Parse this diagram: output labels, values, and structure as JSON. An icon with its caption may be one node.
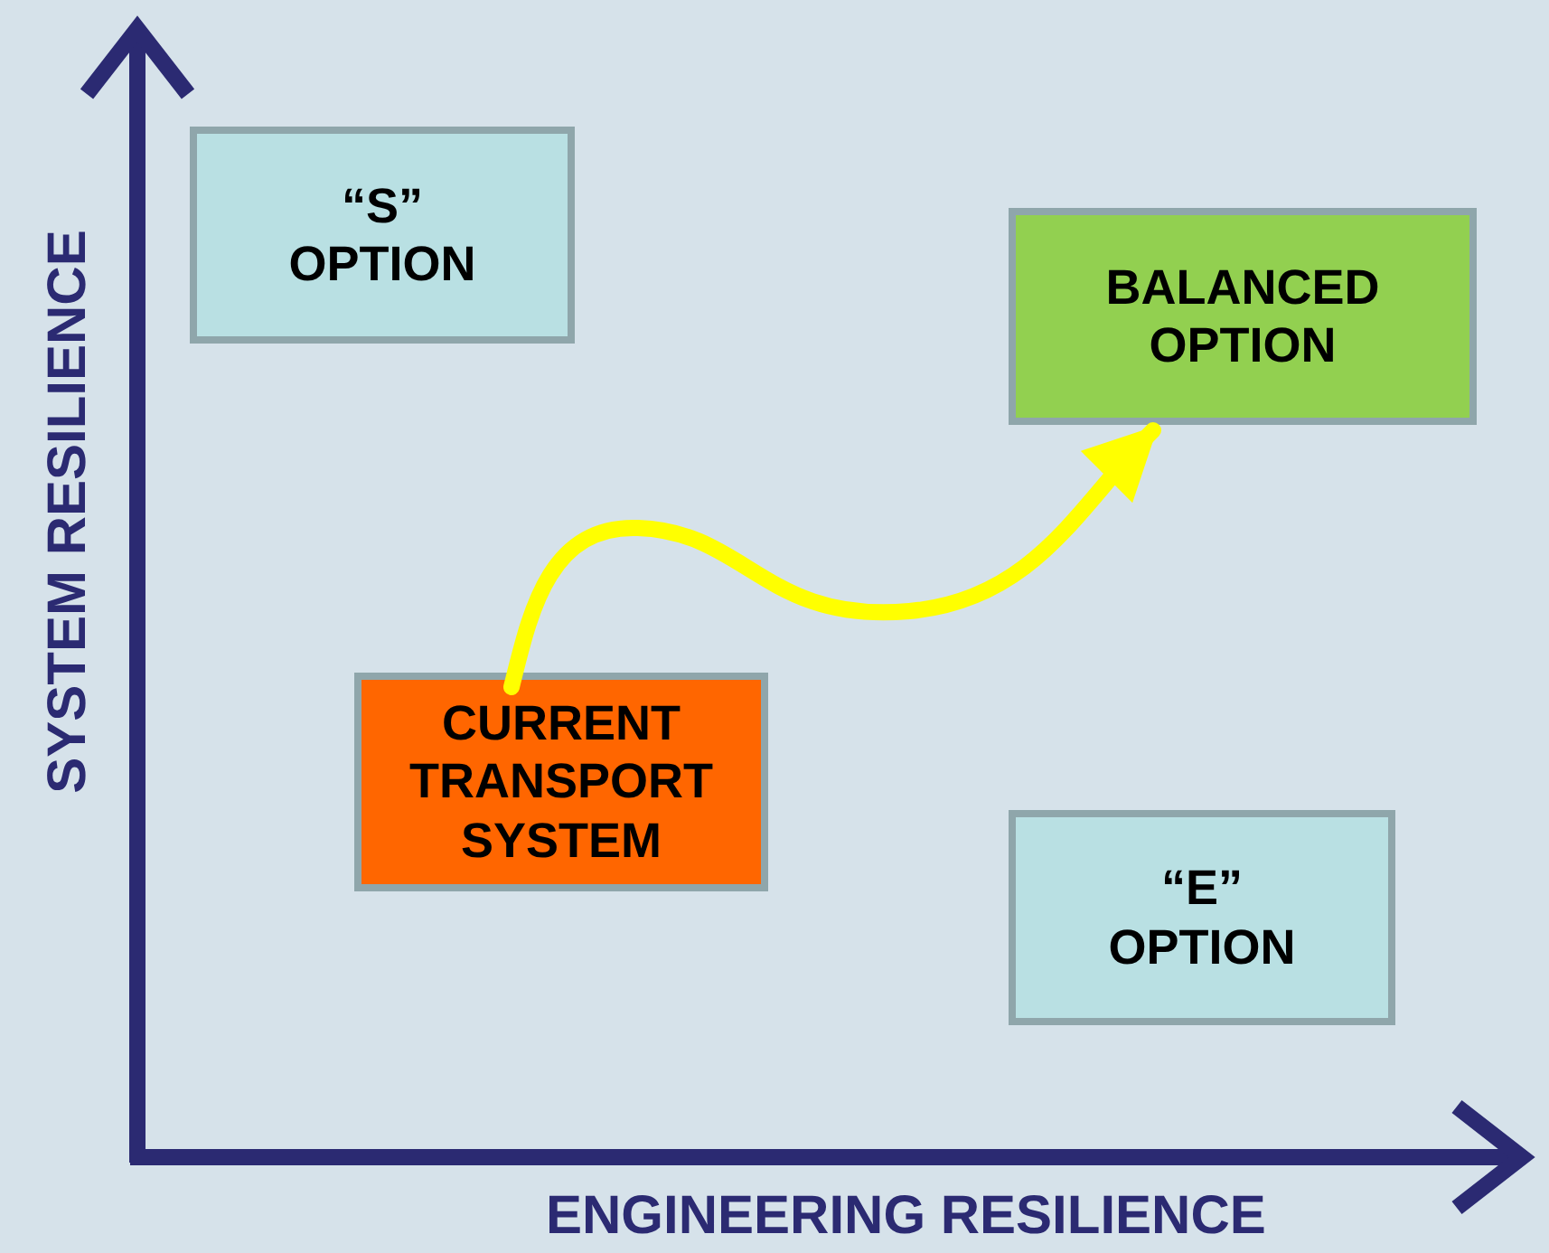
{
  "diagram": {
    "nodes": [
      {
        "text": [
          "“S” OPTION"
        ]
      },
      {
        "text": [
          "BALANCED OPTION"
        ]
      },
      {
        "text": [
          "CURRENT TRANSPORT SYSTEM"
        ]
      },
      {
        "text": [
          "“E” OPTION"
        ]
      }
    ],
    "edges": [
      {
        "from": 2,
        "to": 1,
        "arrow": "to",
        "color": "#ffff00"
      }
    ],
    "labels": [
      "SYSTEM RESILIENCE",
      "ENGINEERING RESILIENCE"
    ]
  }
}
